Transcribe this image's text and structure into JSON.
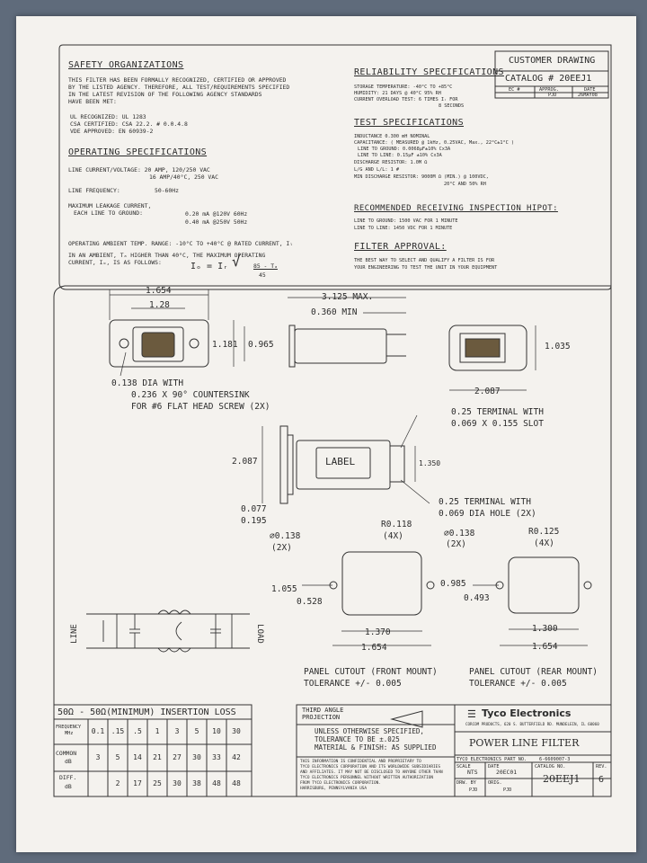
{
  "header_box": {
    "customer_drawing": "CUSTOMER DRAWING",
    "catalog": "CATALOG # 20EEJ1",
    "rev_cols": [
      "EC #",
      "APPROG.",
      "DATE"
    ],
    "rev_row": [
      "",
      "PJD",
      "26MAY08"
    ]
  },
  "safety": {
    "title": "SAFETY ORGANIZATIONS",
    "lines": [
      "THIS FILTER HAS BEEN FORMALLY RECOGNIZED, CERTIFIED OR APPROVED",
      "BY THE LISTED AGENCY. THEREFORE, ALL TEST/REQUIREMENTS SPECIFIED",
      "IN THE LATEST REVISION OF THE FOLLOWING AGENCY STANDARDS",
      "HAVE BEEN MET:"
    ],
    "agencies": [
      "UL RECOGNIZED:  UL 1283",
      "CSA CERTIFIED:  CSA 22.2. # 0.0.4.8",
      "VDE APPROVED:   EN 60939-2"
    ]
  },
  "operating": {
    "title": "OPERATING SPECIFICATIONS",
    "current_voltage": "LINE CURRENT/VOLTAGE:  20 AMP, 120/250 VAC",
    "current_voltage2": "16 AMP/40°C, 250 VAC",
    "frequency_label": "LINE FREQUENCY:",
    "frequency_value": "50-60Hz",
    "leakage_label": "MAXIMUM LEAKAGE CURRENT,",
    "leakage_label2": "EACH LINE TO GROUND:",
    "leakage_values": [
      "0.20  mA @120V 60Hz",
      "0.40  mA @250V 50Hz"
    ],
    "ambient": "OPERATING AMBIENT TEMP. RANGE: -10°C TO +40°C @ RATED CURRENT, Iₗ",
    "ambient2": "IN AN AMBIENT, Tₐ HIGHER THAN 40°C, THE MAXIMUM OPERATING",
    "ambient3": "CURRENT, Iₒ, IS AS FOLLOWS:",
    "formula_lhs": "Iₒ = Iᵣ",
    "formula_num": "85 - Tₐ",
    "formula_den": "45"
  },
  "reliability": {
    "title": "RELIABILITY SPECIFICATIONS",
    "lines": [
      "STORAGE TEMPERATURE: -40°C TO +85°C",
      "HUMIDITY:  21 DAYS @ 40°C 95% RH",
      "CURRENT OVERLOAD TEST: 6 TIMES Iᵣ FOR",
      "8 SECONDS"
    ]
  },
  "test": {
    "title": "TEST SPECIFICATIONS",
    "lines": [
      "INDUCTANCE 0.300 mH NOMINAL",
      "CAPACITANCE: ( MEASURED @ 1kHz, 0.25VAC, Max., 22°C±1°C )",
      "LINE TO GROUND:       0.0068µF±10%   Cx3A",
      "LINE TO LINE:         0.15µF ±10%   Cx3A",
      "DISCHARGE RESISTOR:   1.0M Ω",
      "L/G AND L/L:  1 #",
      "MIN DISCHARGE RESISTOR:   9000M Ω (MIN.) @ 100VDC,",
      "20°C AND 50% RH"
    ]
  },
  "hipot": {
    "title": "RECOMMENDED RECEIVING INSPECTION HIPOT:",
    "lines": [
      "LINE TO GROUND:   1500 VAC FOR 1 MINUTE",
      "LINE TO LINE:     1450 VDC FOR 1 MINUTE"
    ]
  },
  "approval": {
    "title": "FILTER APPROVAL:",
    "lines": [
      "THE BEST WAY TO SELECT AND QUALIFY A FILTER IS FOR",
      "YOUR ENGINEERING TO TEST THE UNIT IN YOUR EQUIPMENT"
    ]
  },
  "dims": {
    "w1654": "1.654",
    "w128": "1.28",
    "h1181": "1.181",
    "h0965": "0.965",
    "max3125": "3.125 MAX.",
    "min0360": "0.360 MIN",
    "h1035": "1.035",
    "w2087": "2.087",
    "hole_note": [
      "0.138 DIA WITH",
      "0.236 X 90° COUNTERSINK",
      "FOR #6 FLAT HEAD SCREW (2X)"
    ],
    "term_top": [
      "0.25 TERMINAL WITH",
      "0.069 X 0.155 SLOT"
    ],
    "label": "LABEL",
    "h2087": "2.087",
    "h1350": "1.350",
    "term_bottom": [
      "0.25 TERMINAL WITH",
      "0.069 DIA HOLE (2X)"
    ],
    "d0077": "0.077",
    "d0195": "0.195",
    "cut1": {
      "dia": "⌀0.138",
      "dia_n": "(2X)",
      "r": "R0.118",
      "r_n": "(4X)",
      "h": "1.055",
      "x": "0.528",
      "w1": "1.370",
      "w2": "1.654",
      "title": "PANEL CUTOUT (FRONT MOUNT)",
      "tol": "TOLERANCE +/- 0.005"
    },
    "cut2": {
      "dia": "⌀0.138",
      "dia_n": "(2X)",
      "r": "R0.125",
      "r_n": "(4X)",
      "h": "0.985",
      "x": "0.493",
      "w1": "1.300",
      "w2": "1.654",
      "title": "PANEL CUTOUT (REAR MOUNT)",
      "tol": "TOLERANCE +/- 0.005"
    },
    "line_label": "LINE",
    "load_label": "LOAD"
  },
  "loss_table": {
    "title": "50Ω - 50Ω(MINIMUM) INSERTION LOSS",
    "row_labels": [
      [
        "FREQUENCY",
        "MHz"
      ],
      [
        "COMMON",
        "dB"
      ],
      [
        "DIFF.",
        "dB"
      ]
    ],
    "freq": [
      "0.1",
      ".15",
      ".5",
      "1",
      "3",
      "5",
      "10",
      "30"
    ],
    "common": [
      "3",
      "5",
      "14",
      "21",
      "27",
      "30",
      "33",
      "42"
    ],
    "diff": [
      "",
      "2",
      "17",
      "25",
      "30",
      "38",
      "48",
      "48"
    ]
  },
  "title_block": {
    "projection": [
      "THIRD ANGLE",
      "PROJECTION"
    ],
    "tolerance": [
      "UNLESS OTHERWISE SPECIFIED,",
      "TOLERANCE TO BE ±.025",
      "MATERIAL & FINISH: AS SUPPLIED"
    ],
    "confidential": [
      "THIS INFORMATION IS CONFIDENTIAL AND PROPRIETARY TO",
      "TYCO ELECTRONICS CORPORATION AND ITS WORLDWIDE SUBSIDIARIES",
      "AND AFFILIATES. IT MAY NOT BE DISCLOSED TO ANYONE OTHER THAN",
      "TYCO ELECTRONICS PERSONNEL WITHOUT WRITTEN AUTHORIZATION",
      "FROM TYCO ELECTRONICS CORPORATION.",
      "HARRISBURG, PENNSYLVANIA USA"
    ],
    "company": "Tyco Electronics",
    "address": "CORCOM PRODUCTS, 620 S. BUTTERFIELD RD. MUNDELEIN, IL 60060",
    "product": "POWER LINE FILTER",
    "part_label": "TYCO ELECTRONICS PART NO.",
    "part_no": "6-6609007-3",
    "scale_label": "SCALE",
    "scale": "NTS",
    "date_label": "DATE",
    "date": "20EC01",
    "catalog_label": "CATALOG NO.",
    "catalog": "20EEJ1",
    "rev_label": "REV.",
    "rev": "6",
    "drawn_label": "DRW. BY",
    "drawn": "PJD",
    "orig_label": "ORIG.",
    "orig": "PJD"
  }
}
